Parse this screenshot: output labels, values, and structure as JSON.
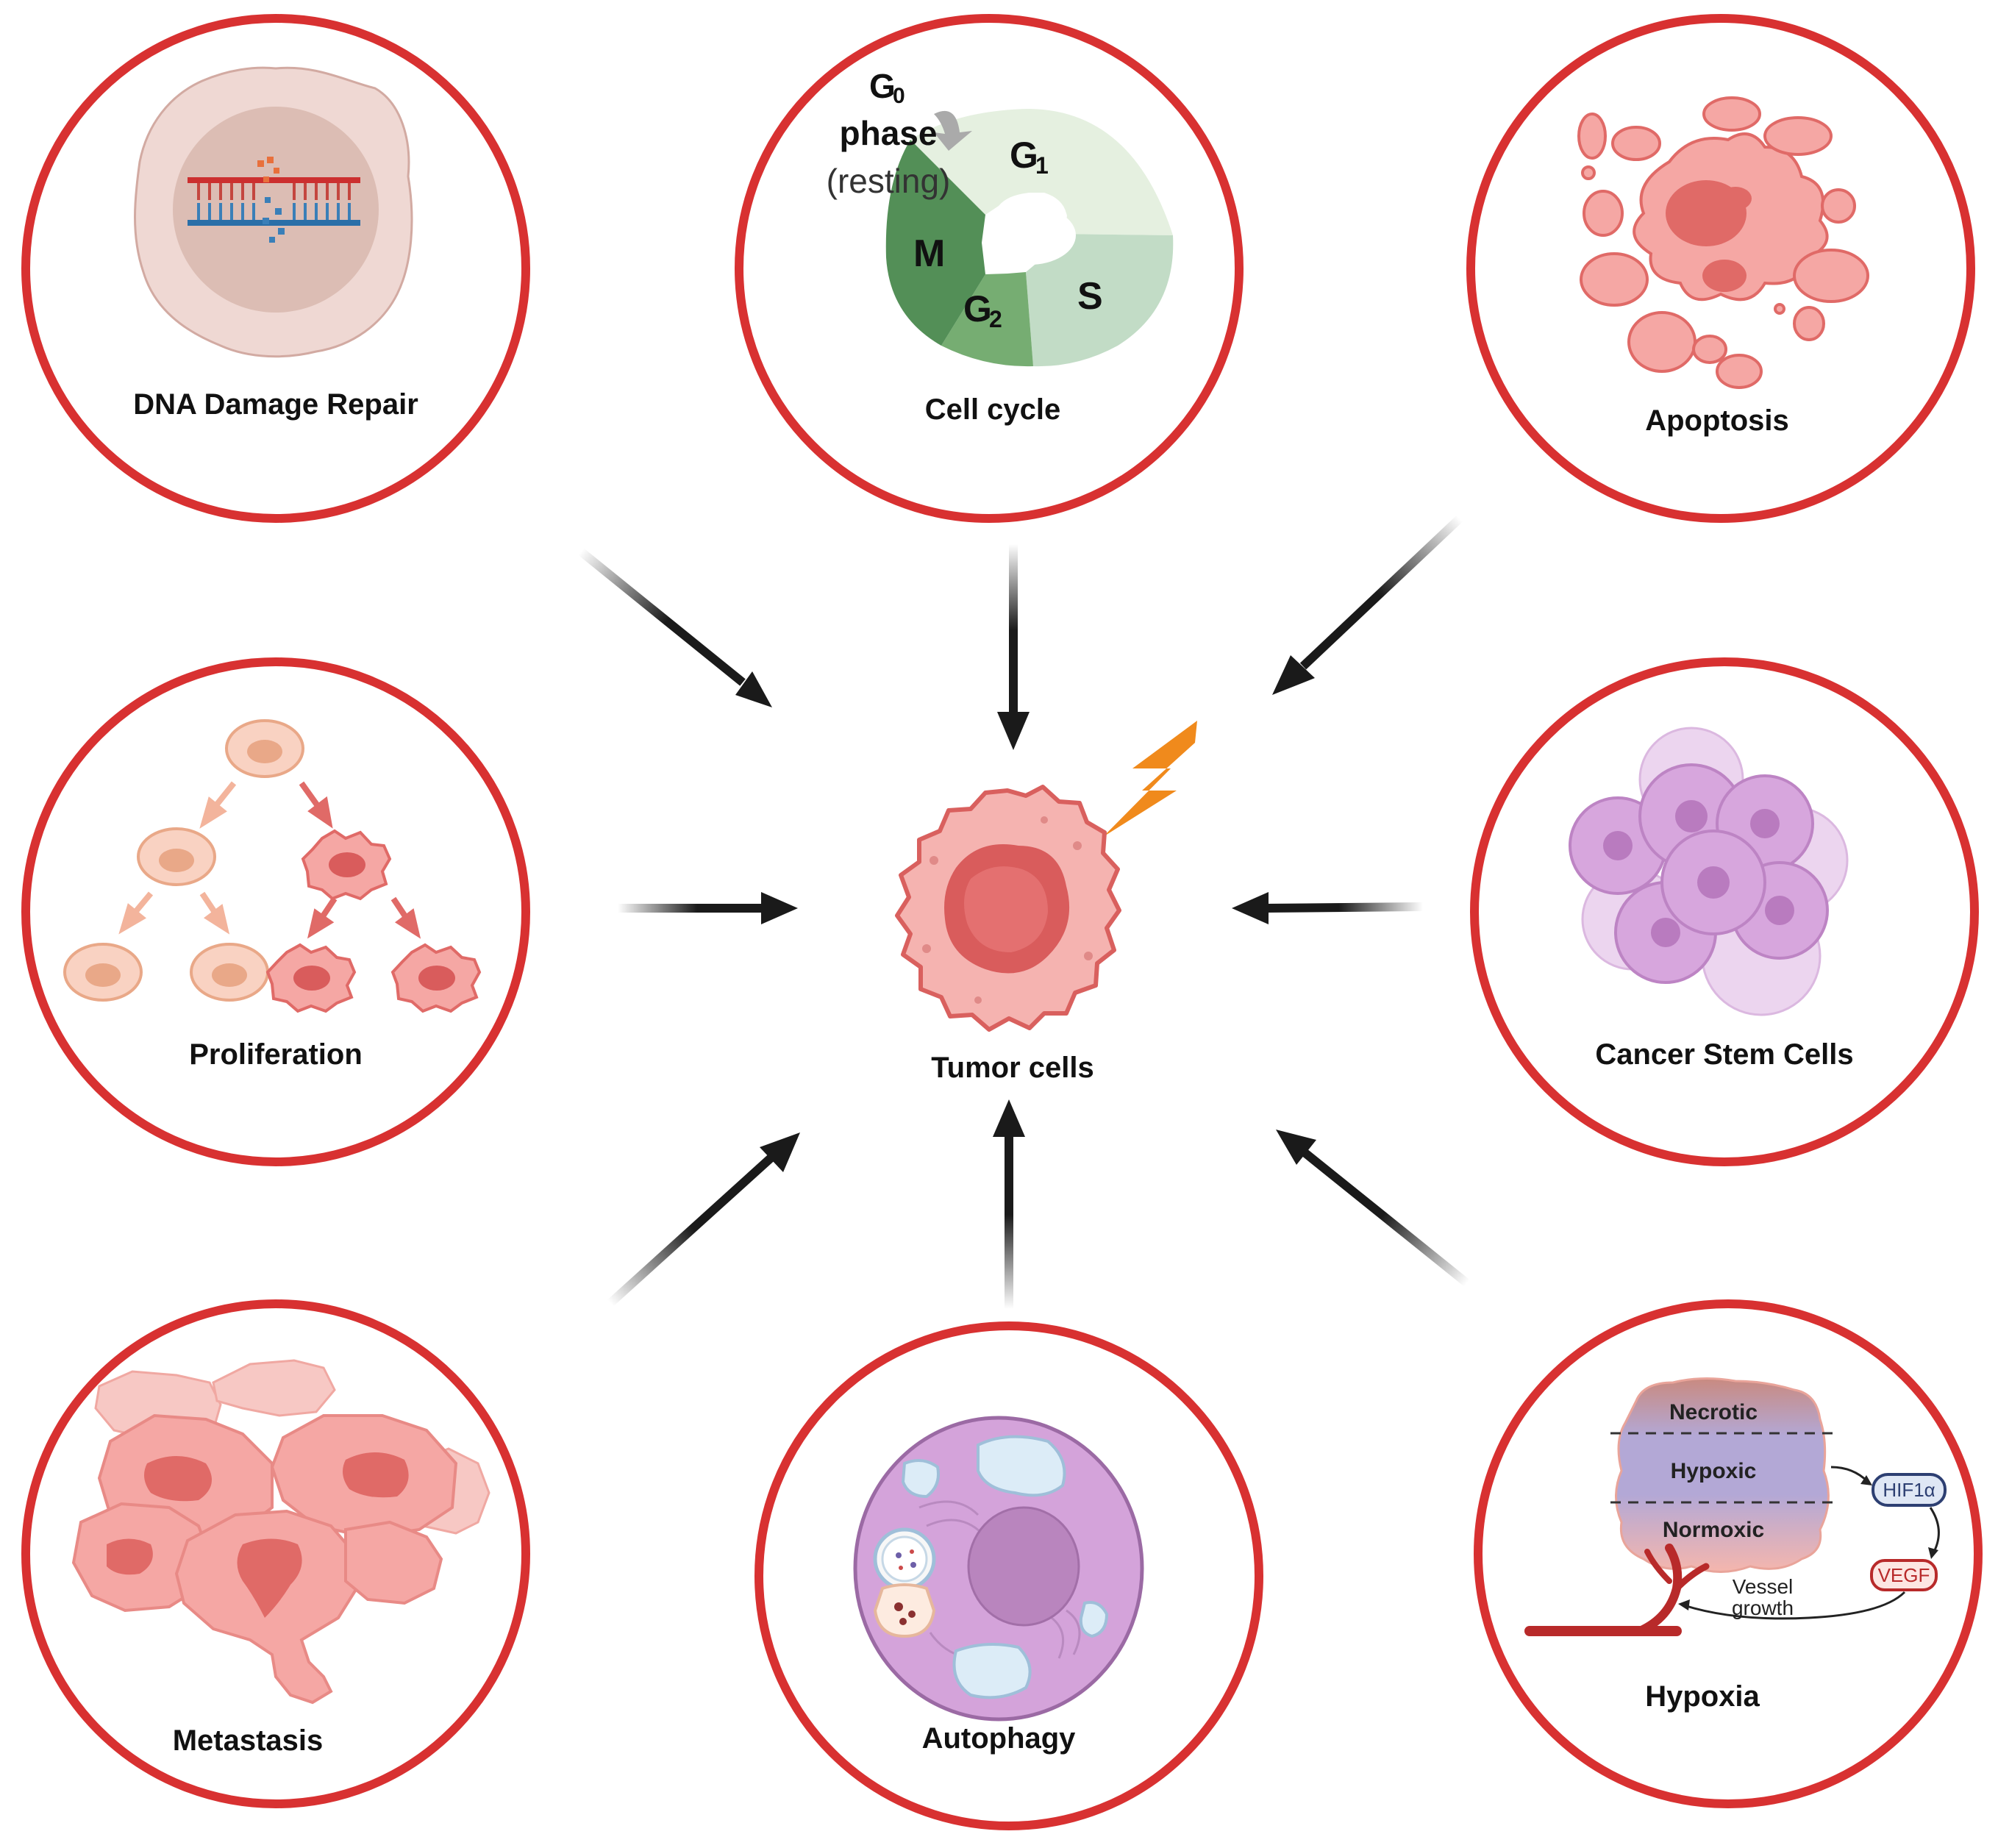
{
  "colors": {
    "ring": "#d83131",
    "arrow": "#1a1a1a",
    "tumor": "#e87a7c",
    "lightning": "#f08a1c",
    "stem": "#d6a7dc",
    "autophagy": "#c994cf"
  },
  "center": {
    "label": "Tumor cells",
    "icon": "tumor-cell-icon"
  },
  "modules": {
    "dna_repair": {
      "label": "DNA Damage Repair",
      "icon": "dna-nucleus-icon"
    },
    "cell_cycle": {
      "label": "Cell cycle",
      "icon": "cell-cycle-wheel-icon",
      "g0_phase": "phase",
      "g0_resting": "(resting)",
      "g0_letter": "G",
      "g0_sub": "0",
      "g1_letter": "G",
      "g1_sub": "1",
      "g2_letter": "G",
      "g2_sub": "2",
      "s": "S",
      "m": "M"
    },
    "apoptosis": {
      "label": "Apoptosis",
      "icon": "apoptotic-bodies-icon"
    },
    "proliferation": {
      "label": "Proliferation",
      "icon": "cell-division-tree-icon"
    },
    "cancer_stem": {
      "label": "Cancer Stem Cells",
      "icon": "stem-cell-cluster-icon"
    },
    "metastasis": {
      "label": "Metastasis",
      "icon": "metastatic-cells-icon"
    },
    "autophagy": {
      "label": "Autophagy",
      "icon": "autophagosome-cell-icon"
    },
    "hypoxia": {
      "label": "Hypoxia",
      "icon": "hypoxic-tumor-icon",
      "necrotic": "Necrotic",
      "hypoxic": "Hypoxic",
      "normoxic": "Normoxic",
      "hif": "HIF1α",
      "vegf": "VEGF",
      "vessel_line1": "Vessel",
      "vessel_line2": "growth"
    }
  }
}
